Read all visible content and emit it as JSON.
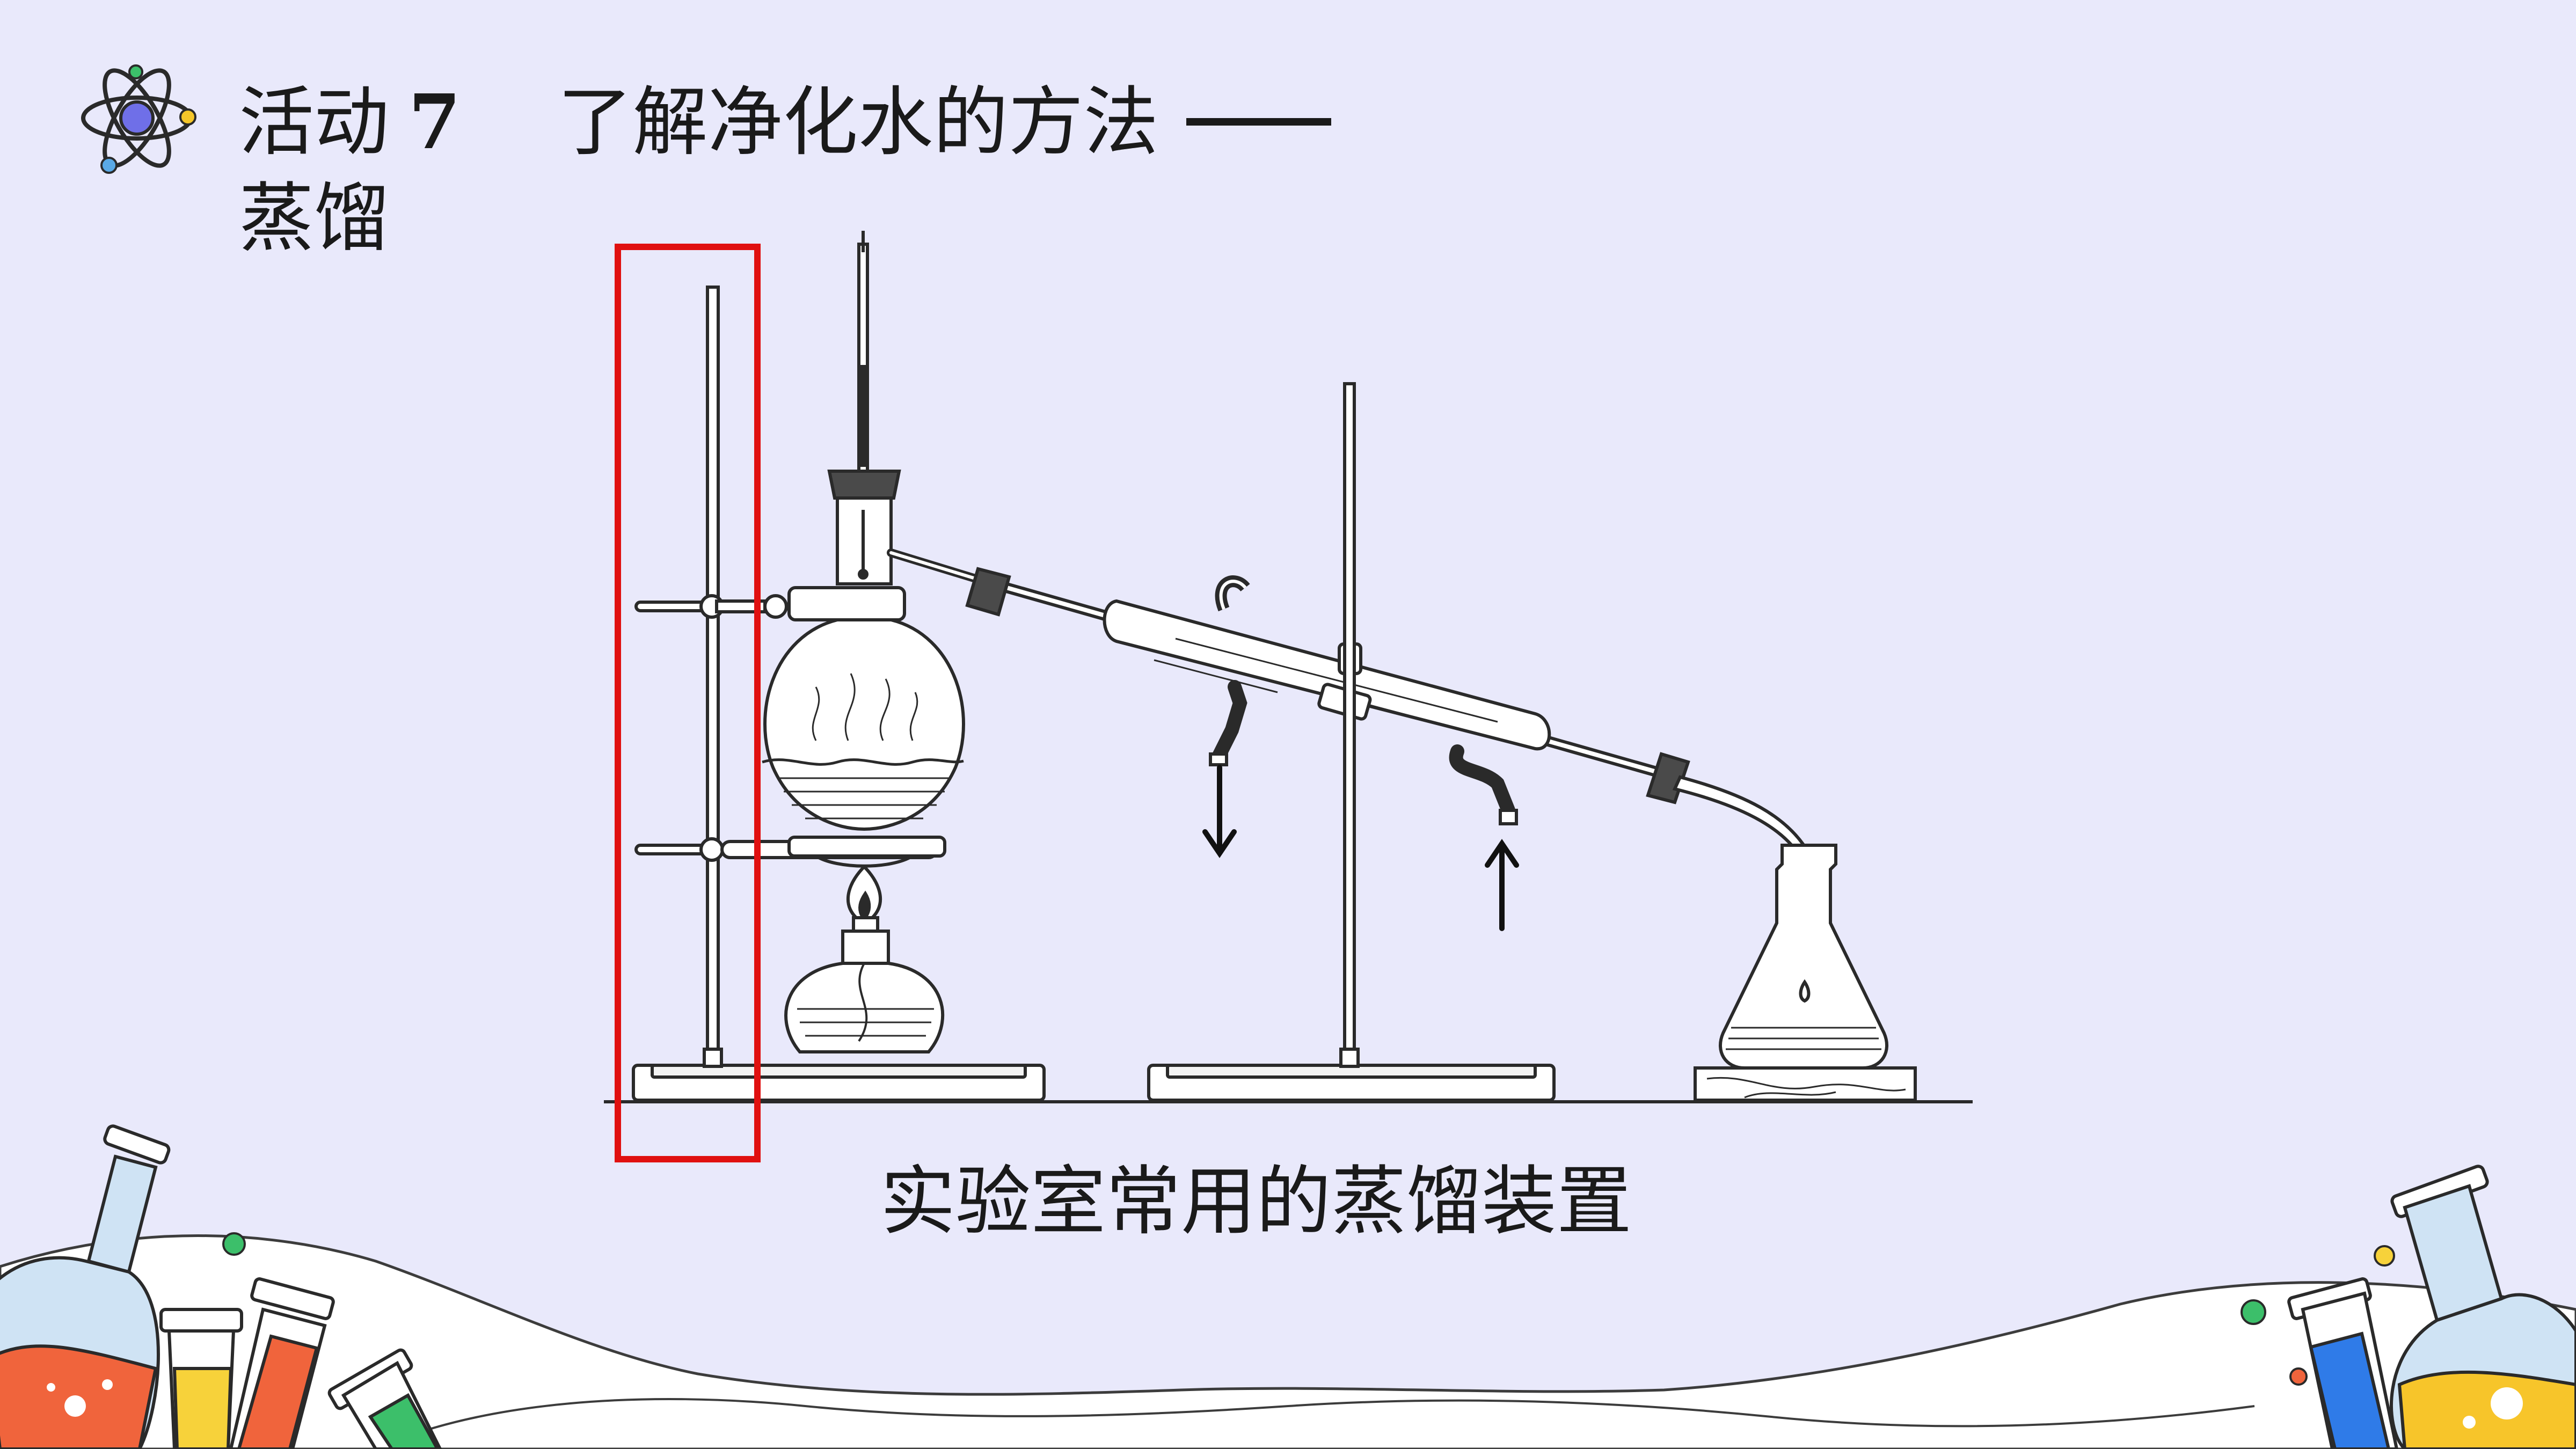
{
  "title": {
    "activity_label": "活动",
    "activity_number": "7",
    "text": "了解净化水的方法",
    "subtitle": "蒸馏"
  },
  "caption": "实验室常用的蒸馏装置",
  "colors": {
    "background": "#e9e9fb",
    "highlight": "#e01010",
    "ink": "#1a1a1a"
  },
  "icons": [
    "atom-icon",
    "flask-icon",
    "test-tube-icon",
    "arrow-down-icon",
    "arrow-up-icon"
  ]
}
